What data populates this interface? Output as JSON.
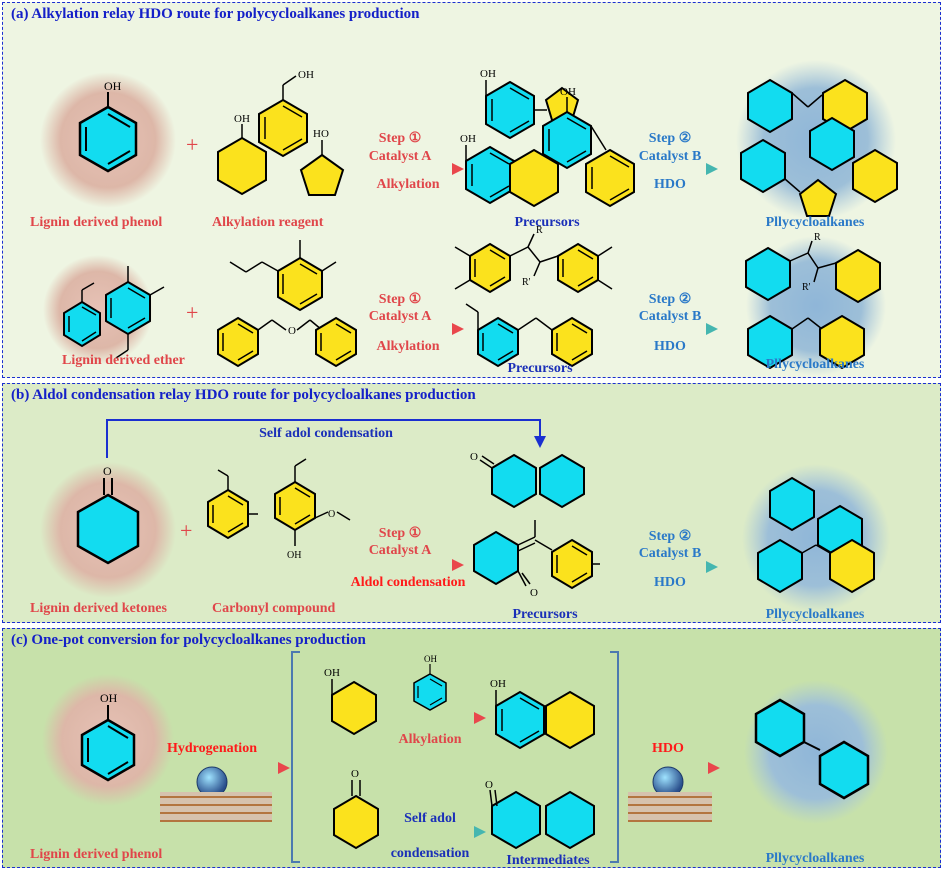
{
  "panels": {
    "a": {
      "title": "(a) Alkylation relay HDO route for polycycloalkanes production",
      "row1": {
        "reactant_label": "Lignin derived phenol",
        "reagent_label": "Alkylation reagent",
        "step1": "Step ①",
        "catalyst1": "Catalyst A",
        "reaction1": "Alkylation",
        "precursor_label": "Precursors",
        "step2": "Step ②",
        "catalyst2": "Catalyst B",
        "reaction2": "HDO",
        "product_label": "Pllycycloalkanes"
      },
      "row2": {
        "reactant_label": "Lignin derived ether",
        "step1": "Step ①",
        "catalyst1": "Catalyst A",
        "reaction1": "Alkylation",
        "precursor_label": "Precursors",
        "step2": "Step ②",
        "catalyst2": "Catalyst B",
        "reaction2": "HDO",
        "product_label": "Pllycycloalkanes"
      }
    },
    "b": {
      "title": "(b) Aldol condensation relay HDO route for polycycloalkanes production",
      "self_label": "Self adol condensation",
      "reactant_label": "Lignin derived ketones",
      "reagent_label": "Carbonyl compound",
      "step1": "Step ①",
      "catalyst1": "Catalyst A",
      "reaction1": "Aldol condensation",
      "precursor_label": "Precursors",
      "step2": "Step ②",
      "catalyst2": "Catalyst B",
      "reaction2": "HDO",
      "product_label": "Pllycycloalkanes"
    },
    "c": {
      "title": "(c) One-pot conversion for polycycloalkanes production",
      "reactant_label": "Lignin derived phenol",
      "hydrogenation": "Hydrogenation",
      "alkylation": "Alkylation",
      "self_adol_1": "Self adol",
      "self_adol_2": "condensation",
      "intermediates": "Intermediates",
      "hdo": "HDO",
      "product_label": "Pllycycloalkanes"
    }
  },
  "atoms": {
    "oh": "OH",
    "ho": "HO",
    "o": "O",
    "r": "R",
    "r_prime": "R'"
  },
  "colors": {
    "cyan": "#12dcf0",
    "yellow": "#fbe21d",
    "red_text": "#e0464a",
    "blue_text": "#2a79c8",
    "title_blue": "#1420c8",
    "bright_red": "#ff1a1a"
  }
}
